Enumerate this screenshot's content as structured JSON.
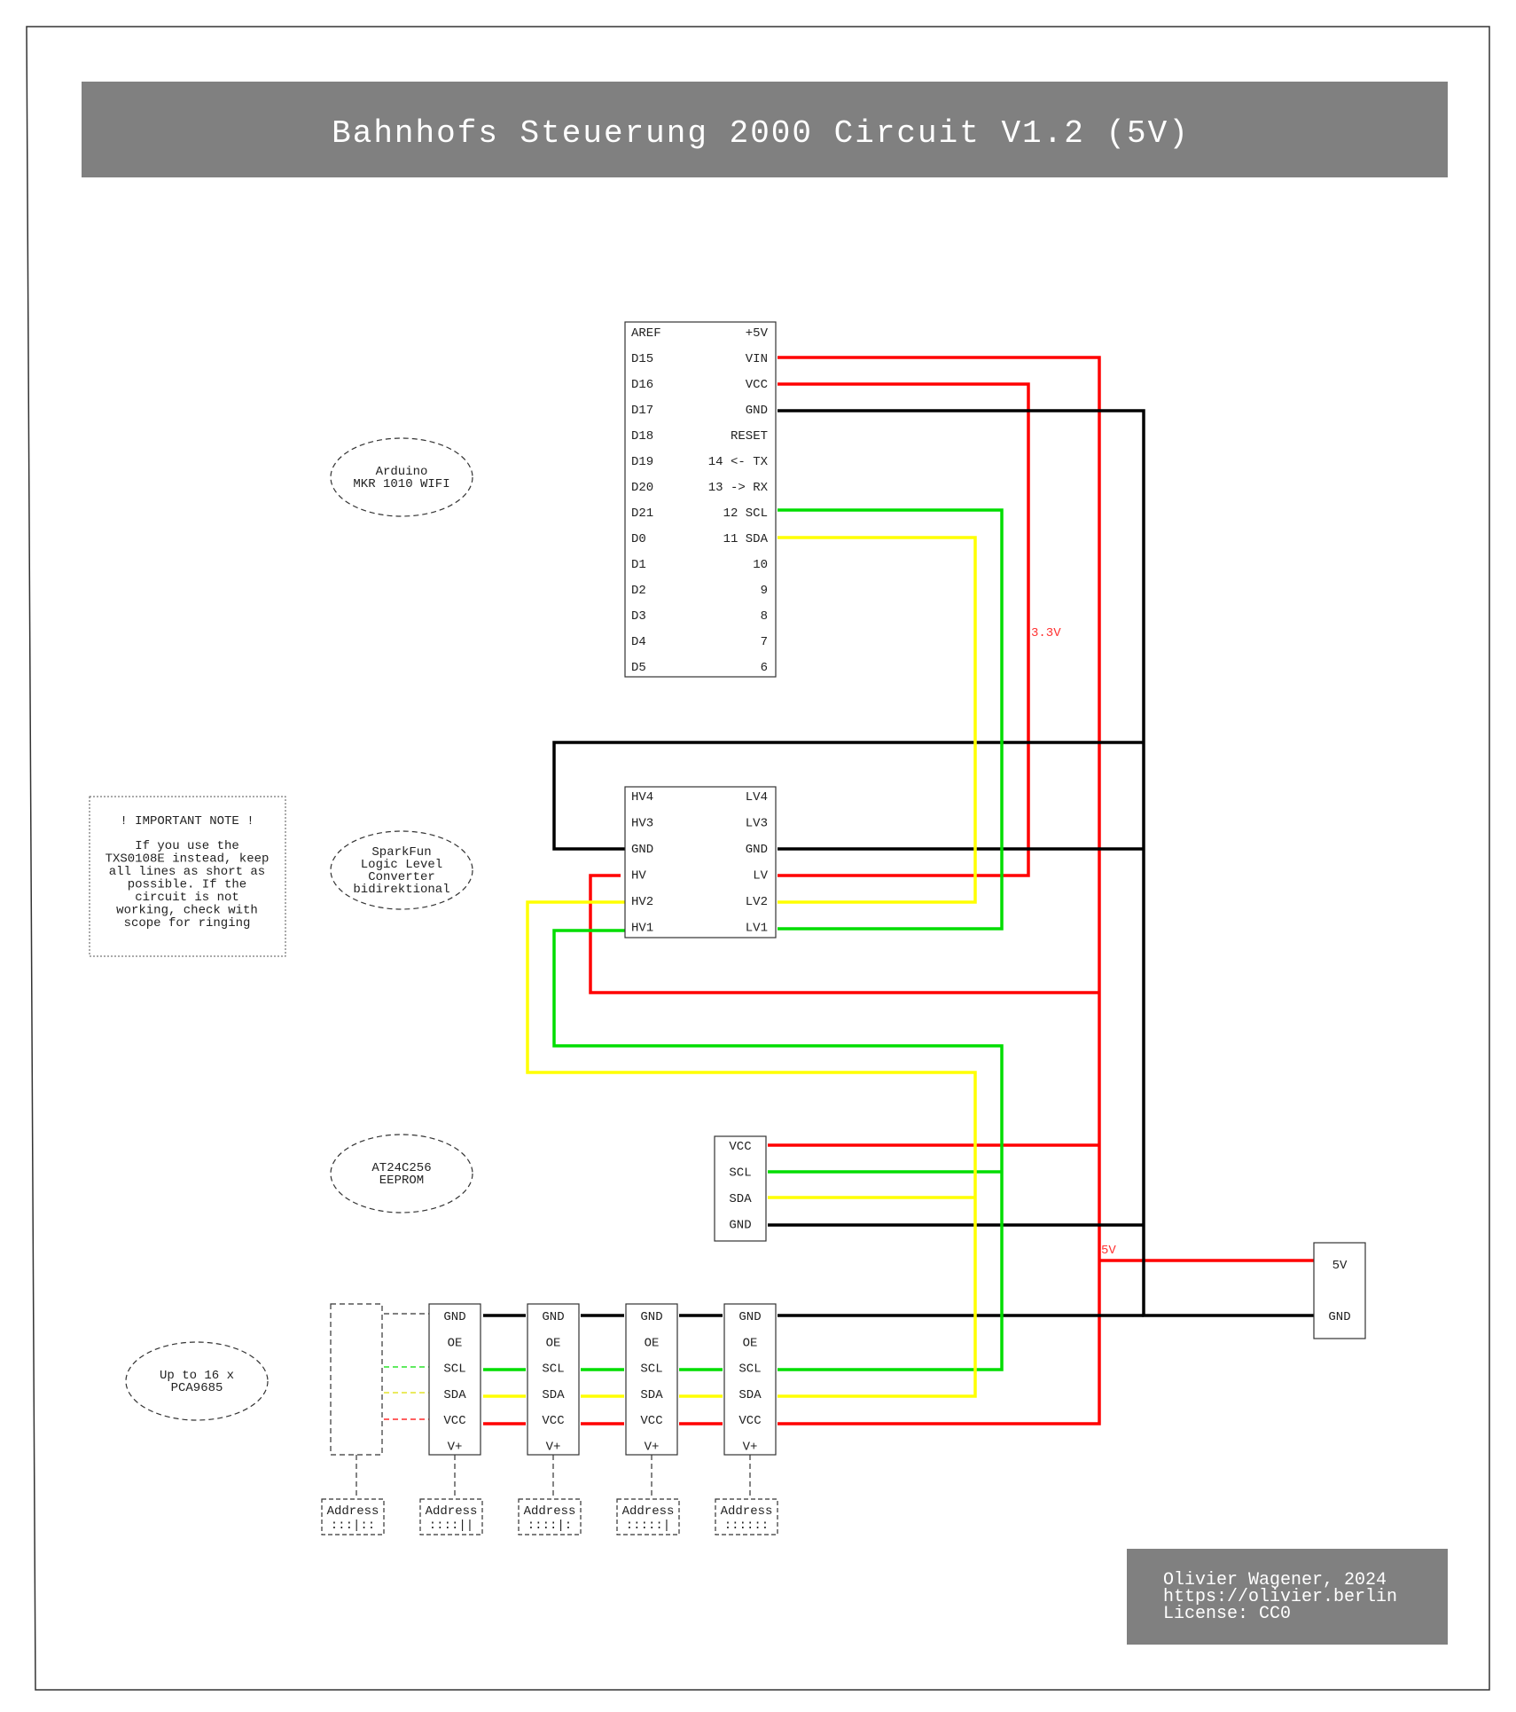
{
  "title": "Bahnhofs Steuerung 2000 Circuit V1.2 (5V)",
  "colors": {
    "power": "#ff0000",
    "ground": "#000000",
    "scl": "#00dd00",
    "sda": "#ffff00",
    "title_band": "#808080",
    "voltage_label": "#ff3333"
  },
  "arduino": {
    "label": [
      "Arduino",
      "MKR 1010 WIFI"
    ],
    "left_pins": [
      "AREF",
      "D15",
      "D16",
      "D17",
      "D18",
      "D19",
      "D20",
      "D21",
      "D0",
      "D1",
      "D2",
      "D3",
      "D4",
      "D5"
    ],
    "right_pins": [
      "+5V",
      "VIN",
      "VCC",
      "GND",
      "RESET",
      "14 <- TX",
      "13 -> RX",
      "12 SCL",
      "11 SDA",
      "10",
      "9",
      "8",
      "7",
      "6"
    ]
  },
  "level_converter": {
    "label": [
      "SparkFun",
      "Logic Level",
      "Converter",
      "bidirektional"
    ],
    "left_pins": [
      "HV4",
      "HV3",
      "GND",
      "HV",
      "HV2",
      "HV1"
    ],
    "right_pins": [
      "LV4",
      "LV3",
      "GND",
      "LV",
      "LV2",
      "LV1"
    ]
  },
  "eeprom": {
    "label": [
      "AT24C256",
      "EEPROM"
    ],
    "pins": [
      "VCC",
      "SCL",
      "SDA",
      "GND"
    ]
  },
  "pca": {
    "label": [
      "Up to 16 x",
      "PCA9685"
    ],
    "pins": [
      "GND",
      "OE",
      "SCL",
      "SDA",
      "VCC",
      "V+"
    ],
    "address_label": "Address",
    "address_codes": [
      ":::|::",
      "::::||",
      "::::|:",
      ":::::|",
      "::::::"
    ]
  },
  "power_supply": {
    "pins": [
      "5V",
      "GND"
    ]
  },
  "voltage_labels": {
    "v33": "3.3V",
    "v5": "5V"
  },
  "important_note": {
    "heading": "! IMPORTANT NOTE !",
    "lines": [
      "If you use the",
      "TXS0108E instead, keep",
      "all lines as short as",
      "possible. If the",
      "circuit is not",
      "working, check with",
      "scope for ringing"
    ]
  },
  "footer": {
    "lines": [
      "Olivier Wagener, 2024",
      "https://olivier.berlin",
      "License: CC0"
    ]
  }
}
